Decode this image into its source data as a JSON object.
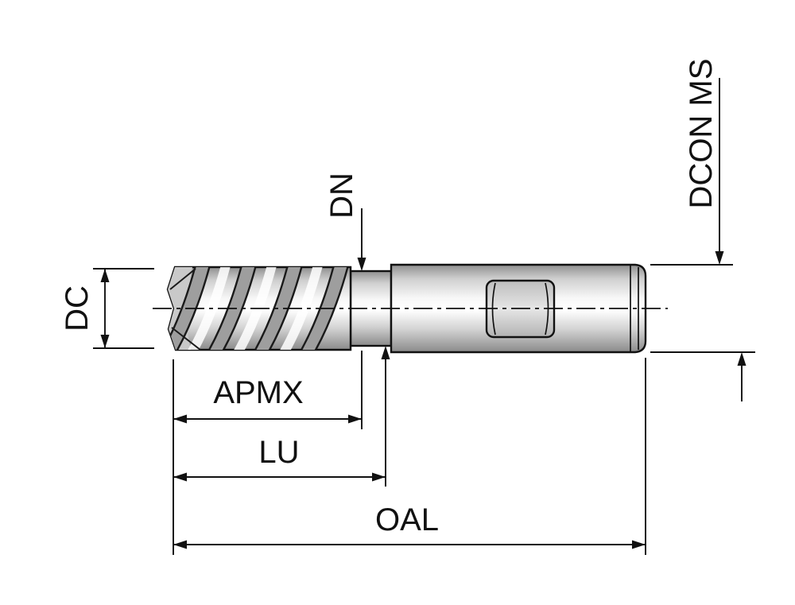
{
  "diagram": {
    "kind": "tool-dimension-drawing",
    "labels": {
      "dc": "DC",
      "dn": "DN",
      "dcon_ms": "DCON MS",
      "apmx": "APMX",
      "lu": "LU",
      "oal": "OAL"
    },
    "colors": {
      "line": "#111111",
      "background": "#ffffff",
      "metal_light": "#ffffff",
      "metal_mid": "#d2d2d2",
      "metal_dark": "#8a8a8a"
    }
  }
}
